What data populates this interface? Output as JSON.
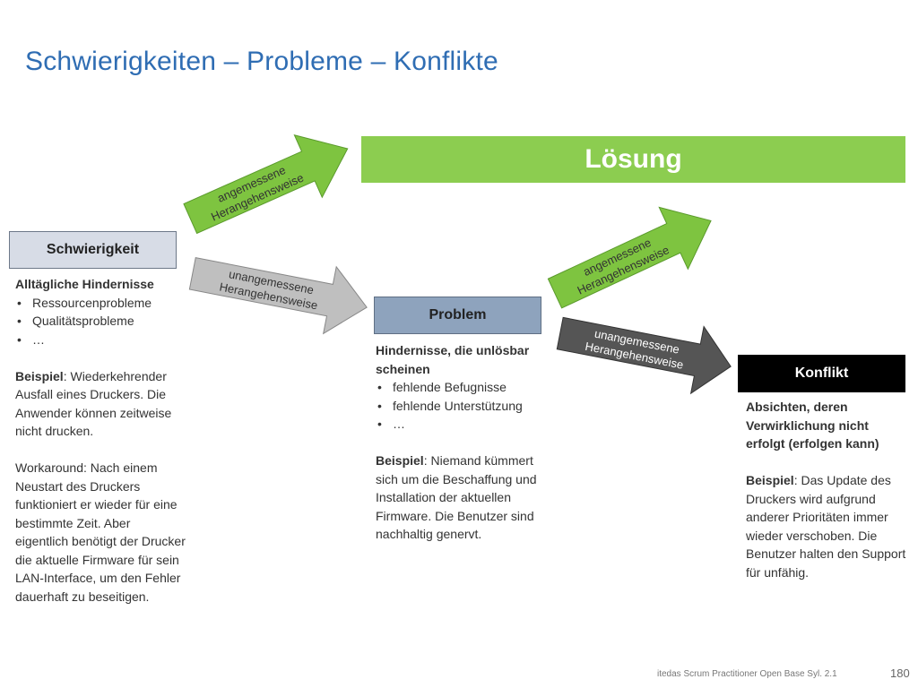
{
  "title": "Schwierigkeiten – Probleme – Konflikte",
  "loesung": "Lösung",
  "schwierigkeit": {
    "label": "Schwierigkeit",
    "heading": "Alltägliche Hindernisse",
    "bullets": [
      "Ressourcenprobleme",
      "Qualitätsprobleme",
      "…"
    ],
    "beispiel_label": "Beispiel",
    "beispiel_text": ": Wiederkehrender Ausfall eines Druckers. Die Anwender können zeitweise nicht drucken.",
    "workaround": "Workaround: Nach einem Neustart des Druckers funktioniert er wieder für eine bestimmte Zeit. Aber eigentlich benötigt der Drucker die aktuelle Firmware für sein LAN-Interface, um den Fehler dauerhaft zu beseitigen."
  },
  "problem": {
    "label": "Problem",
    "heading": "Hindernisse, die unlösbar scheinen",
    "bullets": [
      "fehlende Befugnisse",
      "fehlende Unterstützung",
      "…"
    ],
    "beispiel_label": "Beispiel",
    "beispiel_text": ": Niemand kümmert sich um die Beschaffung und Installation der aktuellen Firmware. Die Benutzer sind nachhaltig genervt."
  },
  "konflikt": {
    "label": "Konflikt",
    "heading": "Absichten, deren Verwirklichung nicht erfolgt (erfolgen kann)",
    "beispiel_label": "Beispiel",
    "beispiel_text": ": Das Update des Druckers wird aufgrund anderer Prioritäten immer wieder verschoben. Die Benutzer halten den Support für unfähig."
  },
  "arrows": {
    "angemessen_1": "angemessene",
    "angemessen_2": "Herangehensweise",
    "unangemessen_1": "unangemessene",
    "unangemessen_2": "Herangehensweise"
  },
  "colors": {
    "green": "#8ccd50",
    "green_arrow": "#7ec440",
    "gray_arrow": "#bfbfbf",
    "dark_arrow": "#555555",
    "title": "#2f6db3"
  },
  "footer": "itedas Scrum Practitioner Open Base Syl. 2.1",
  "page_number": "180"
}
